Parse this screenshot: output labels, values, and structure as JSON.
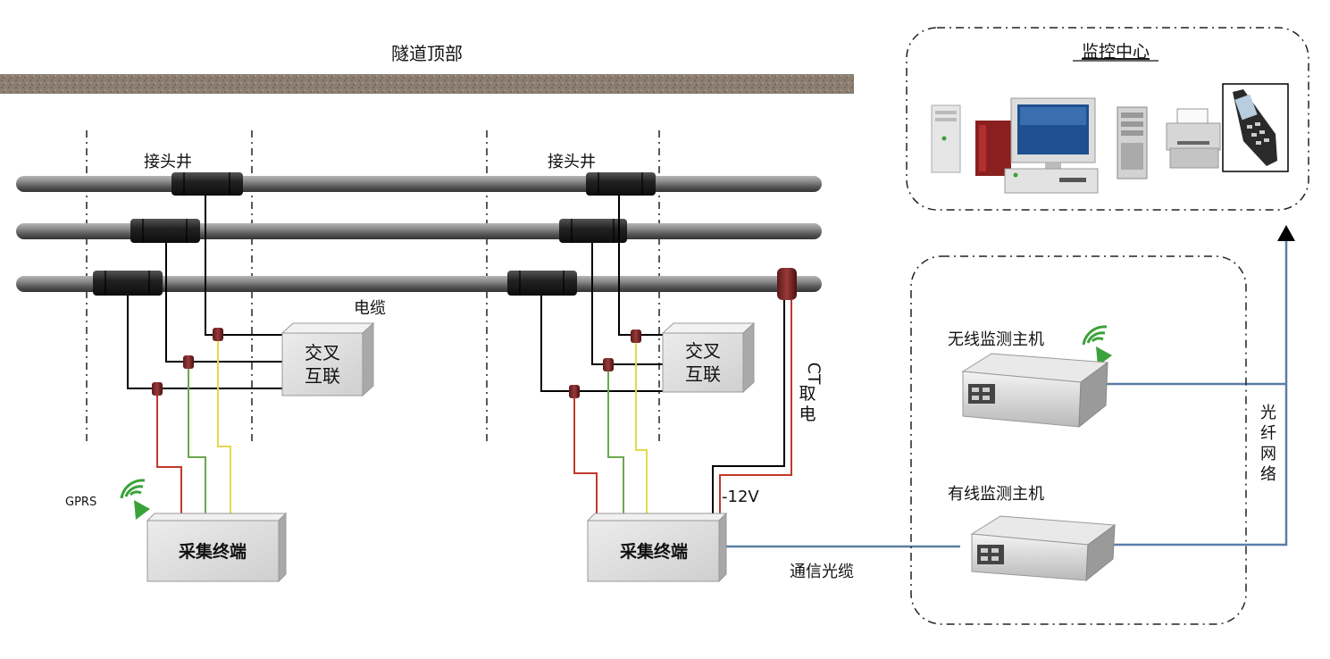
{
  "labels": {
    "tunnel_top": "隧道顶部",
    "joint_well_left": "接头井",
    "joint_well_right": "接头井",
    "cable": "电缆",
    "cross_bond_left_1": "交叉",
    "cross_bond_left_2": "互联",
    "cross_bond_right_1": "交叉",
    "cross_bond_right_2": "互联",
    "ct_power_1": "CT",
    "ct_power_2": "取",
    "ct_power_3": "电",
    "minus_12v": "-12V",
    "gprs": "GPRS",
    "terminal_left": "采集终端",
    "terminal_right": "采集终端",
    "comm_fiber": "通信光缆",
    "monitor_center": "监控中心",
    "wireless_host": "无线监测主机",
    "wired_host": "有线监测主机",
    "fiber_net_1": "光",
    "fiber_net_2": "纤",
    "fiber_net_3": "网",
    "fiber_net_4": "络"
  },
  "colors": {
    "red_wire": "#c0392b",
    "green_wire": "#6aa84f",
    "yellow_wire": "#e6d84a",
    "fiber_line": "#5b7fa6",
    "signal_green": "#3aa23a"
  },
  "icons": [
    "server-tower-icon",
    "desktop-computer-icon",
    "pc-case-icon",
    "printer-icon",
    "mobile-phone-icon",
    "wireless-signal-icon",
    "industrial-host-icon"
  ]
}
